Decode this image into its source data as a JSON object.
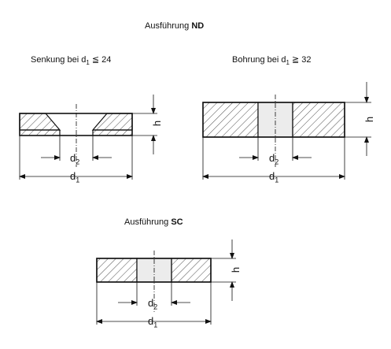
{
  "headings": {
    "nd_prefix": "Ausführung ",
    "nd_bold": "ND",
    "sc_prefix": "Ausführung ",
    "sc_bold": "SC"
  },
  "captions": {
    "left_prefix": "Senkung bei d",
    "left_sub": "1",
    "left_rel": " ≦ 24",
    "right_prefix": "Bohrung bei d",
    "right_sub": "1",
    "right_rel": " ≧ 32"
  },
  "dims": {
    "d": "d",
    "sub1": "1",
    "sub2": "2",
    "h": "h"
  },
  "colors": {
    "line": "#111111",
    "bore_fill": "#ececec"
  }
}
